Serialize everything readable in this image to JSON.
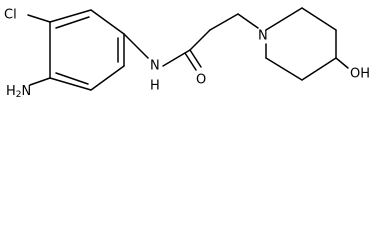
{
  "labels": {
    "cl": "Cl",
    "n_amide": "N",
    "h_amide": "H",
    "o": "O",
    "n_ring": "N",
    "oh": "OH",
    "h2n_h": "H",
    "h2n_sub": "2",
    "h2n_n": "N"
  },
  "colors": {
    "bond": "#000000",
    "background": "#ffffff"
  }
}
